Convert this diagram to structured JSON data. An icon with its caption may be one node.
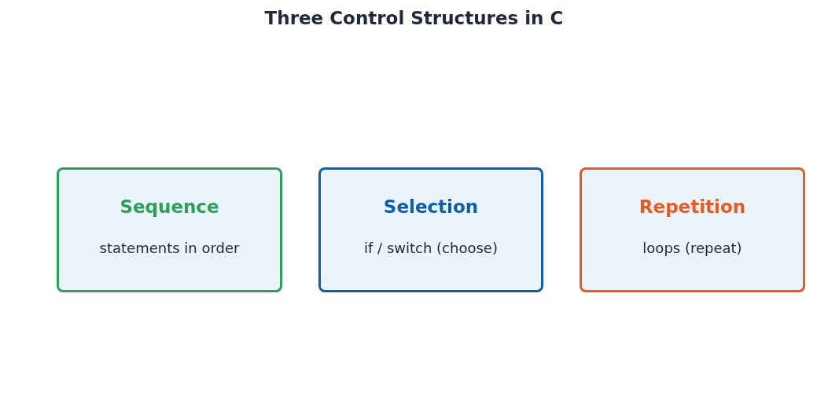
{
  "diagram": {
    "title": "Three Control Structures in C",
    "nodes": [
      {
        "text": [
          "Sequence",
          "statements in order"
        ]
      },
      {
        "text": [
          "Selection",
          "if / switch (choose)"
        ]
      },
      {
        "text": [
          "Repetition",
          "loops (repeat)"
        ]
      }
    ]
  }
}
